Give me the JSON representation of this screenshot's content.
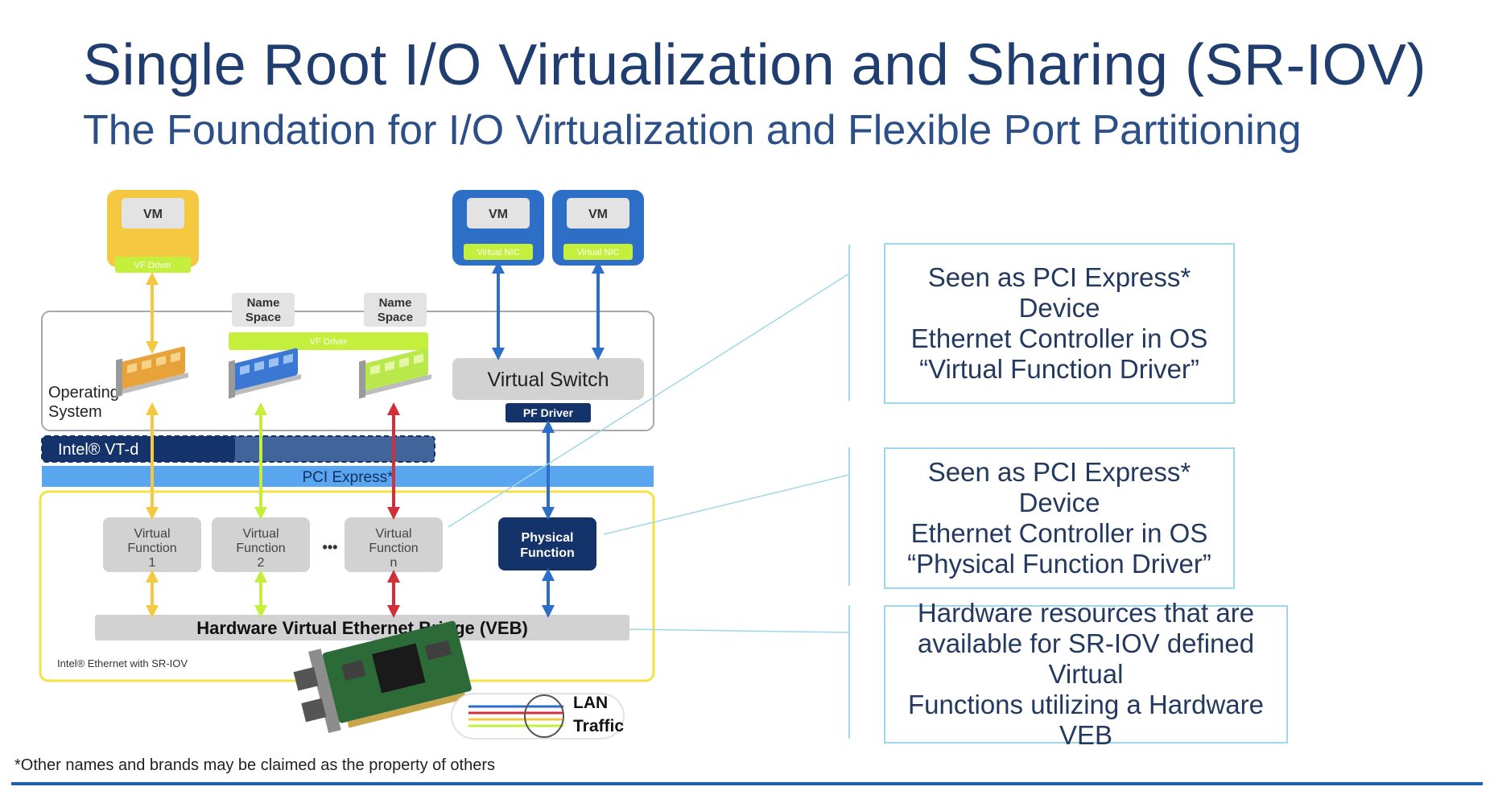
{
  "title": "Single Root I/O Virtualization and Sharing (SR-IOV)",
  "subtitle": "The Foundation for I/O Virtualization and Flexible Port Partitioning",
  "vm_label": "VM",
  "vf_driver_label": "VF Driver",
  "virtual_nic_label": "Virtual NIC",
  "name_space_line1": "Name",
  "name_space_line2": "Space",
  "os_line1": "Operating",
  "os_line2": "System",
  "virtual_switch_label": "Virtual Switch",
  "pf_driver_label": "PF Driver",
  "vtd_label": "Intel® VT-d",
  "pci_express_label": "PCI Express*",
  "vf_line1": "Virtual",
  "vf_line2": "Function",
  "vf1_index": "1",
  "vf2_index": "2",
  "vfn_index": "n",
  "ellipsis": "•••",
  "physical_function_line1": "Physical",
  "physical_function_line2": "Function",
  "veb_label": "Hardware Virtual Ethernet Bridge (VEB)",
  "sriov_caption": "Intel® Ethernet with SR-IOV",
  "lan_label": "LAN",
  "traffic_label": "Traffic",
  "info_boxes": [
    [
      "Seen as PCI Express* Device",
      "Ethernet Controller in OS",
      "“Virtual Function Driver”"
    ],
    [
      "Seen as PCI Express* Device",
      "Ethernet Controller in OS",
      "“Physical Function Driver”"
    ],
    [
      "Hardware resources that are",
      "available for SR-IOV defined Virtual",
      "Functions utilizing a Hardware VEB"
    ]
  ],
  "footnote": "*Other names and brands may be claimed as the property of others",
  "colors": {
    "title": "#1f3d6e",
    "yellow": "#f5c842",
    "lime": "#c4ef3c",
    "blue": "#2d6fc7",
    "navy": "#15336b",
    "red": "#d0303a",
    "gray": "#d2d2d2",
    "pci": "#5aa5ef"
  }
}
